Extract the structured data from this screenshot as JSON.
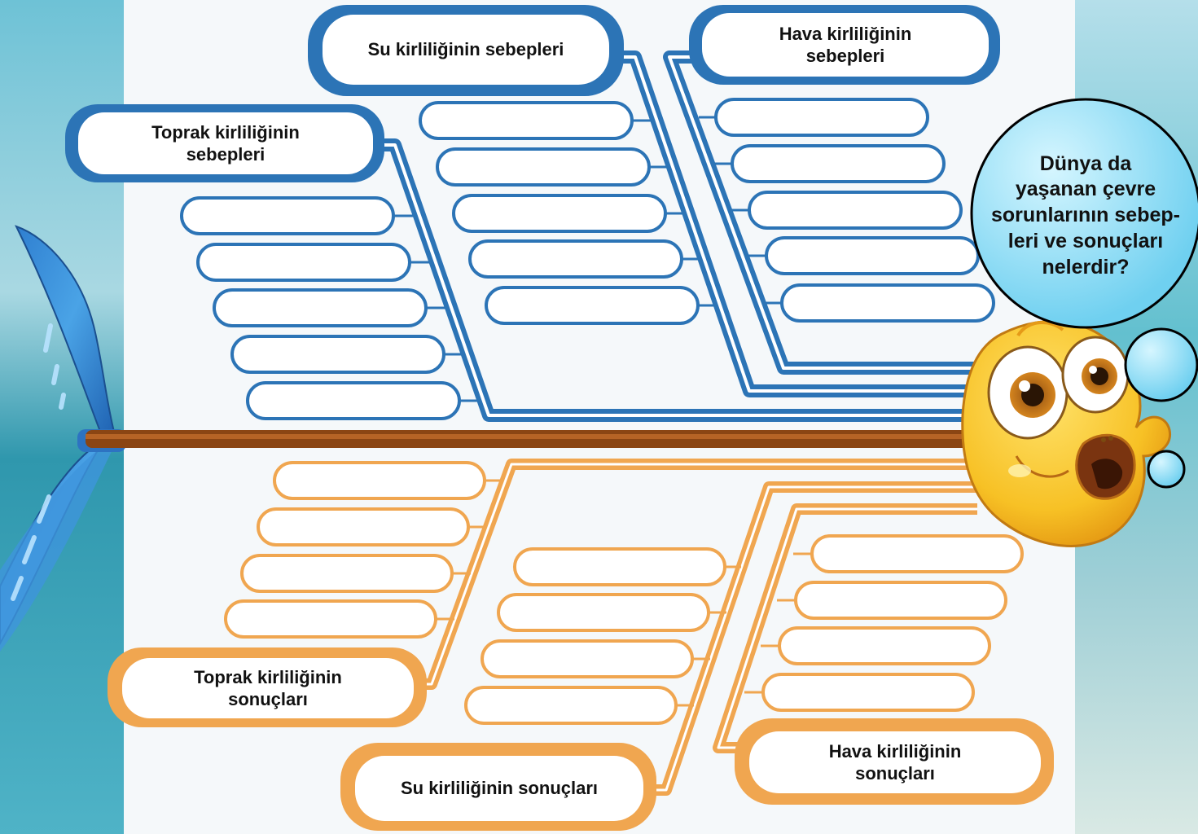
{
  "headers": {
    "toprak_sebepleri": "Toprak kirliliğinin\nsebepleri",
    "su_sebepleri": "Su kirliliğinin sebepleri",
    "hava_sebepleri": "Hava kirliliğinin\nsebepleri",
    "toprak_sonuclari": "Toprak kirliliğinin\nsonuçları",
    "su_sonuclari": "Su kirliliğinin sonuçları",
    "hava_sonuclari": "Hava kirliliğinin\nsonuçları"
  },
  "question": "Dünya da\nyaşanan çevre\nsorunlarının sebep-\nleri ve sonuçları\nnelerdir?",
  "colors": {
    "causes": "#2c74b6",
    "effects": "#f0a650",
    "spine": "#8b4513",
    "page": "#f5f8fa"
  }
}
